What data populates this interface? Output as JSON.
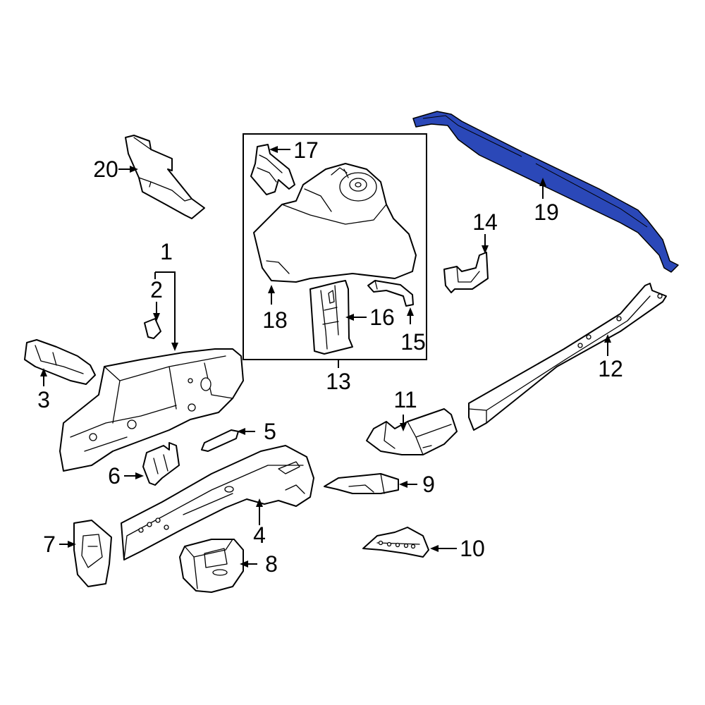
{
  "diagram": {
    "highlight_color": "#2b48b8",
    "line_color": "#000000",
    "callouts": {
      "c1": "1",
      "c2": "2",
      "c3": "3",
      "c4": "4",
      "c5": "5",
      "c6": "6",
      "c7": "7",
      "c8": "8",
      "c9": "9",
      "c10": "10",
      "c11": "11",
      "c12": "12",
      "c13": "13",
      "c14": "14",
      "c15": "15",
      "c16": "16",
      "c17": "17",
      "c18": "18",
      "c19": "19",
      "c20": "20"
    }
  }
}
